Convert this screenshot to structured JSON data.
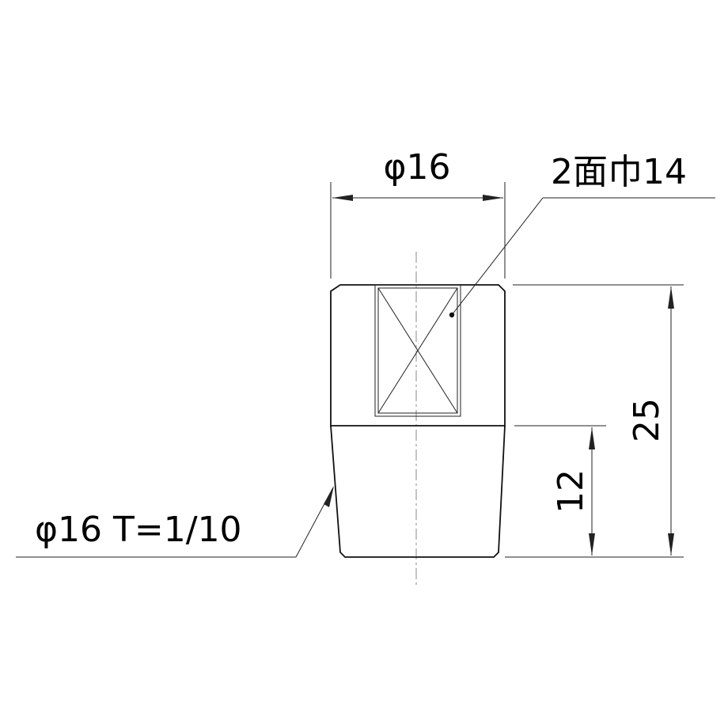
{
  "drawing": {
    "top_diameter_label": "φ16",
    "flats_label": "2面巾14",
    "taper_label": "φ16 T=1/10",
    "overall_height_label": "25",
    "lower_height_label": "12"
  }
}
